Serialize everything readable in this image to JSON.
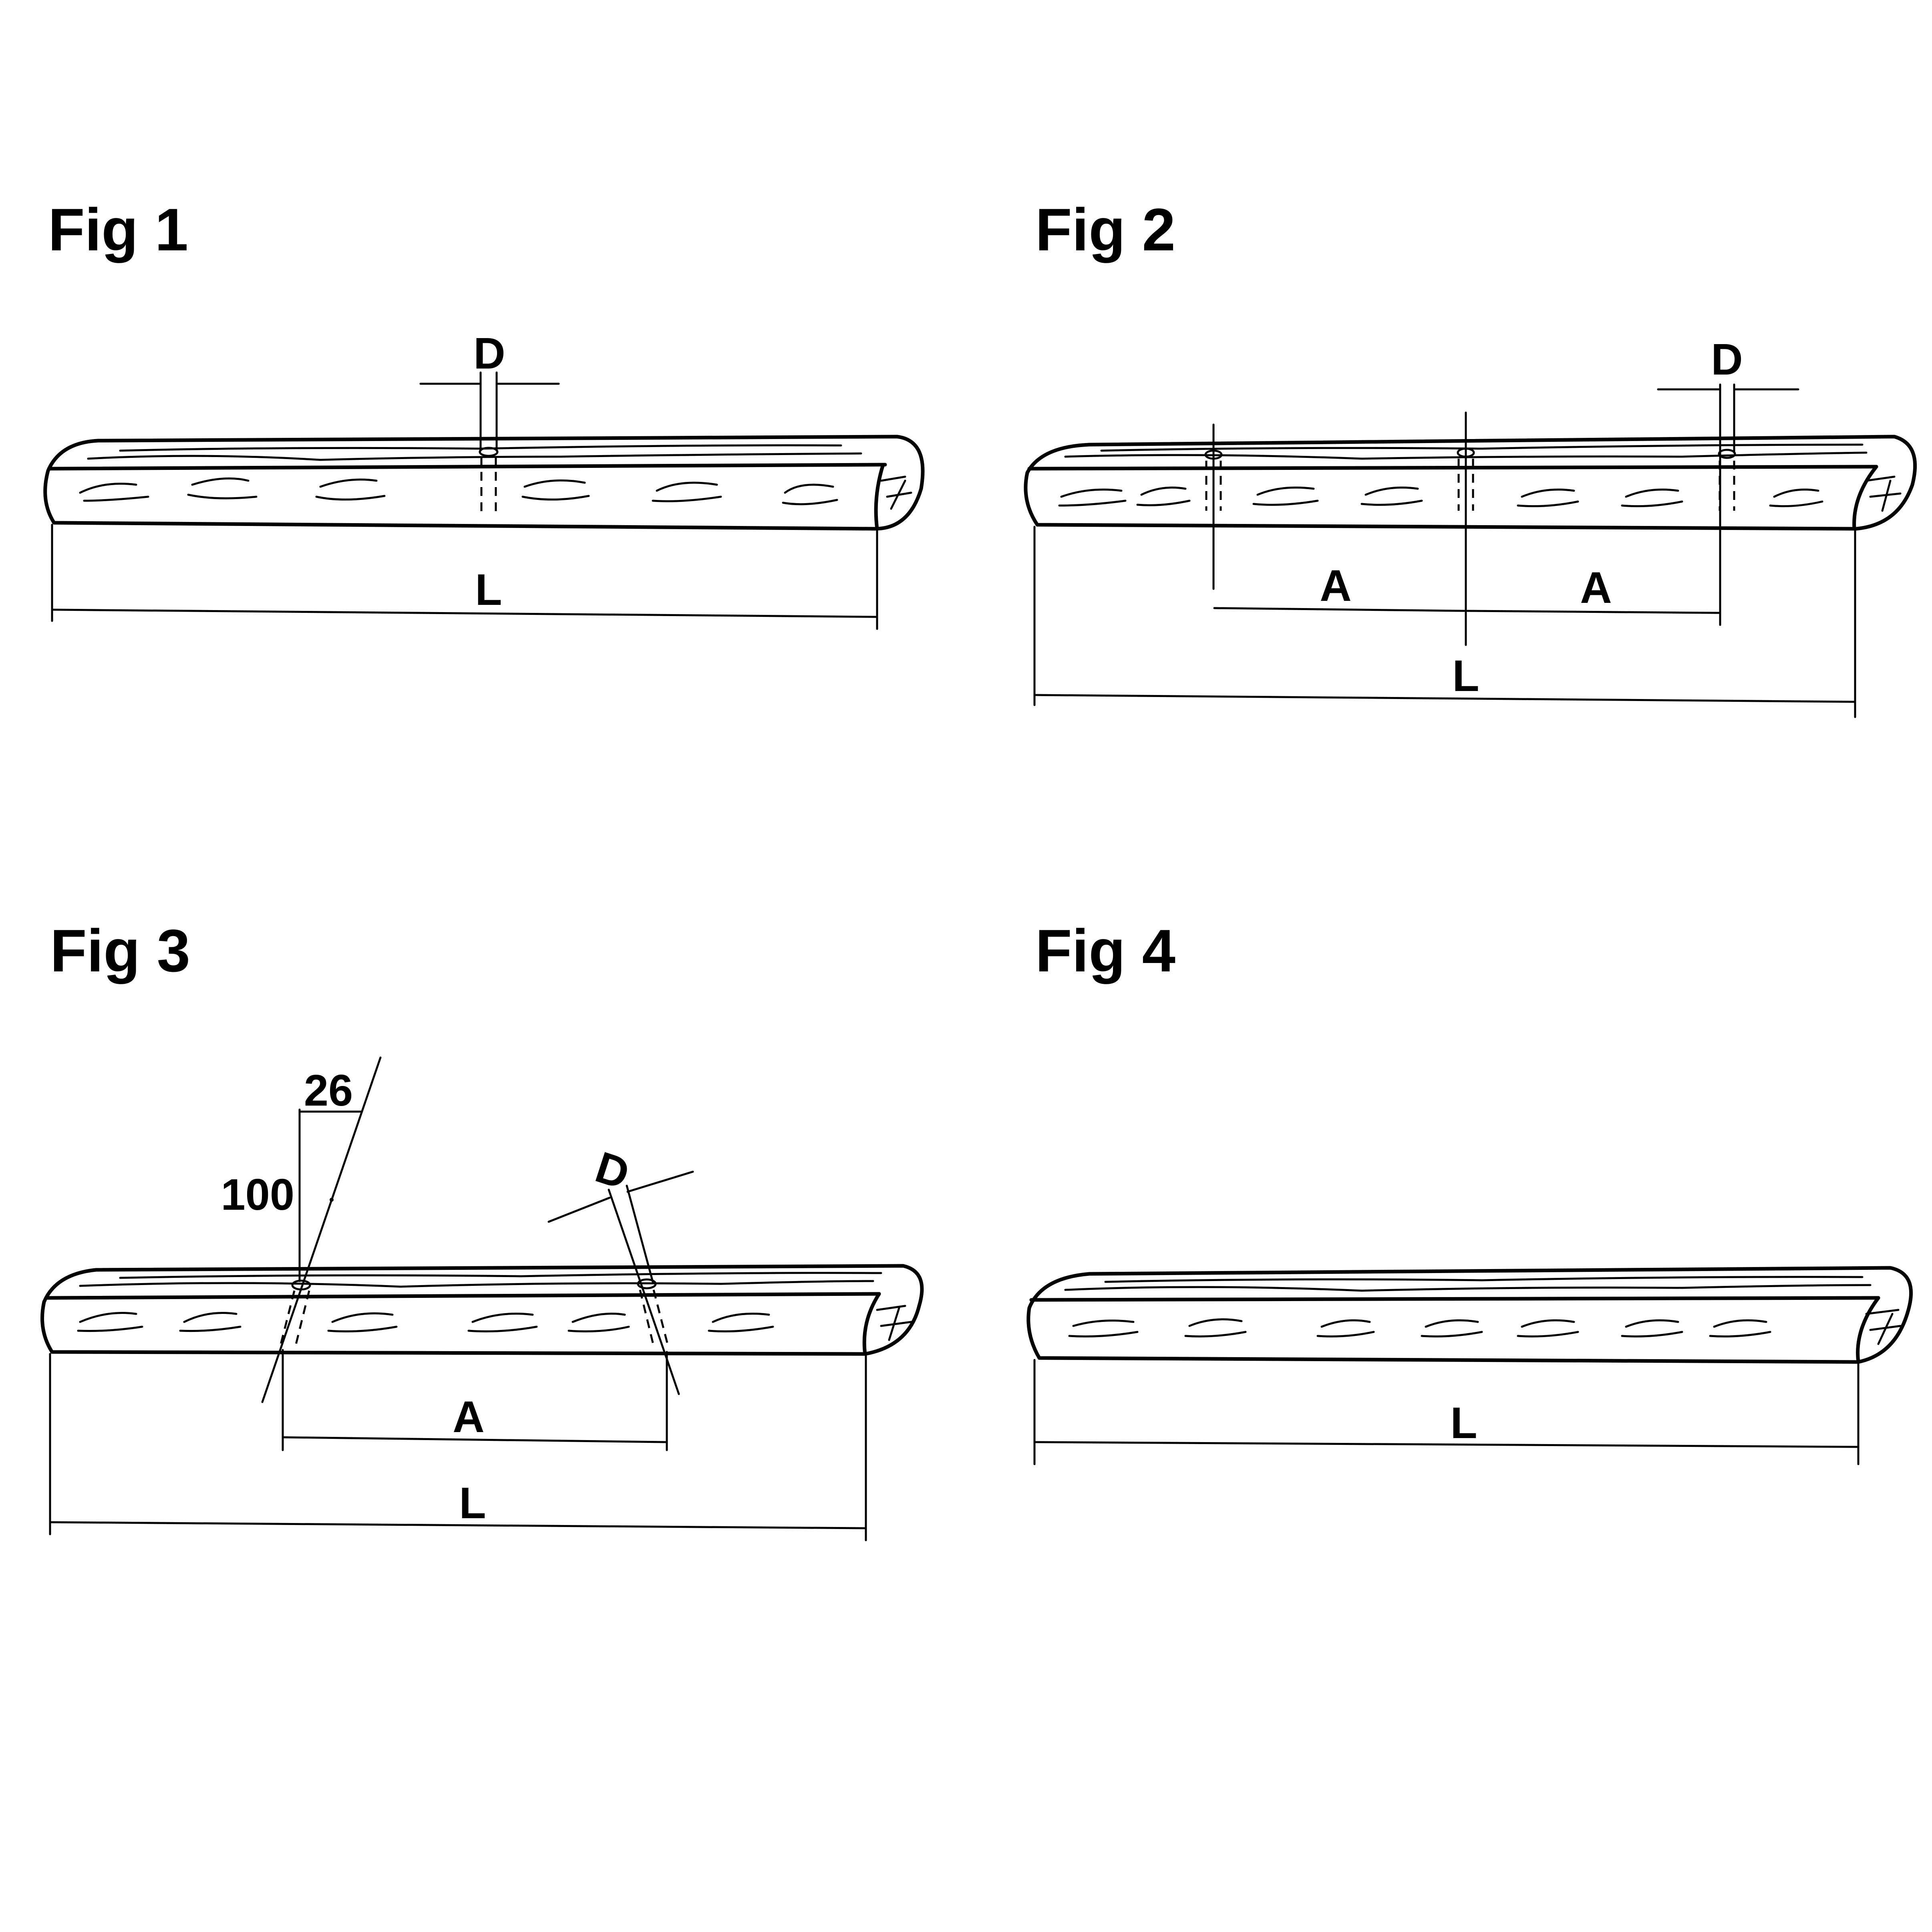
{
  "figures": {
    "fig1": {
      "title": "Fig 1",
      "d_label": "D",
      "l_label": "L"
    },
    "fig2": {
      "title": "Fig 2",
      "d_label": "D",
      "a1_label": "A",
      "a2_label": "A",
      "l_label": "L"
    },
    "fig3": {
      "title": "Fig 3",
      "rise_label": "100",
      "run_label": "26",
      "d_label": "D",
      "a_label": "A",
      "l_label": "L"
    },
    "fig4": {
      "title": "Fig 4",
      "l_label": "L"
    }
  }
}
